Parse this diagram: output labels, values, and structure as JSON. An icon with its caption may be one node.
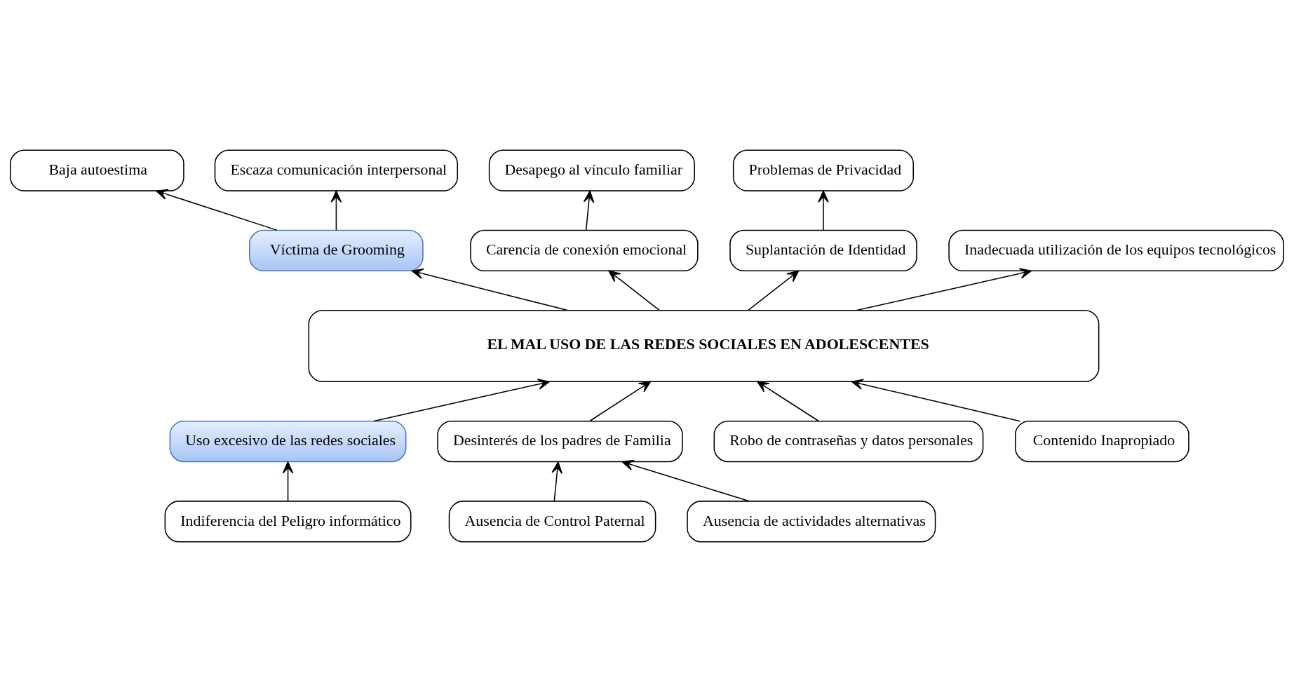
{
  "diagram": {
    "nodes": [
      {
        "text": [
          "Baja autoestima"
        ]
      },
      {
        "text": [
          "Escaza comunicación interpersonal"
        ]
      },
      {
        "text": [
          "Desapego al vínculo familiar"
        ]
      },
      {
        "text": [
          "Problemas de Privacidad"
        ]
      },
      {
        "text": [
          "Víctima de Grooming"
        ]
      },
      {
        "text": [
          "Carencia de conexión emocional"
        ]
      },
      {
        "text": [
          "Suplantación de Identidad"
        ]
      },
      {
        "text": [
          "Inadecuada utilización de los equipos tecnológicos"
        ]
      },
      {
        "text": [
          "EL MAL USO DE LAS REDES SOCIALES EN ADOLESCENTES"
        ]
      },
      {
        "text": [
          "Uso excesivo de las redes sociales"
        ]
      },
      {
        "text": [
          "Desinterés de los padres de Familia"
        ]
      },
      {
        "text": [
          "Robo de contraseñas y datos personales"
        ]
      },
      {
        "text": [
          "Contenido Inapropiado"
        ]
      },
      {
        "text": [
          "Indiferencia del Peligro informático"
        ]
      },
      {
        "text": [
          "Ausencia de Control Paternal"
        ]
      },
      {
        "text": [
          "Ausencia de actividades alternativas"
        ]
      }
    ],
    "edges": [
      {
        "from": 4,
        "to": 0,
        "arrow": "to"
      },
      {
        "from": 4,
        "to": 1,
        "arrow": "to"
      },
      {
        "from": 5,
        "to": 2,
        "arrow": "to"
      },
      {
        "from": 6,
        "to": 3,
        "arrow": "to"
      },
      {
        "from": 8,
        "to": 4,
        "arrow": "to"
      },
      {
        "from": 8,
        "to": 5,
        "arrow": "to"
      },
      {
        "from": 8,
        "to": 6,
        "arrow": "to"
      },
      {
        "from": 8,
        "to": 7,
        "arrow": "to"
      },
      {
        "from": 9,
        "to": 8,
        "arrow": "to"
      },
      {
        "from": 10,
        "to": 8,
        "arrow": "to"
      },
      {
        "from": 11,
        "to": 8,
        "arrow": "to"
      },
      {
        "from": 12,
        "to": 8,
        "arrow": "to"
      },
      {
        "from": 13,
        "to": 9,
        "arrow": "to"
      },
      {
        "from": 14,
        "to": 10,
        "arrow": "to"
      },
      {
        "from": 15,
        "to": 10,
        "arrow": "to"
      }
    ]
  }
}
